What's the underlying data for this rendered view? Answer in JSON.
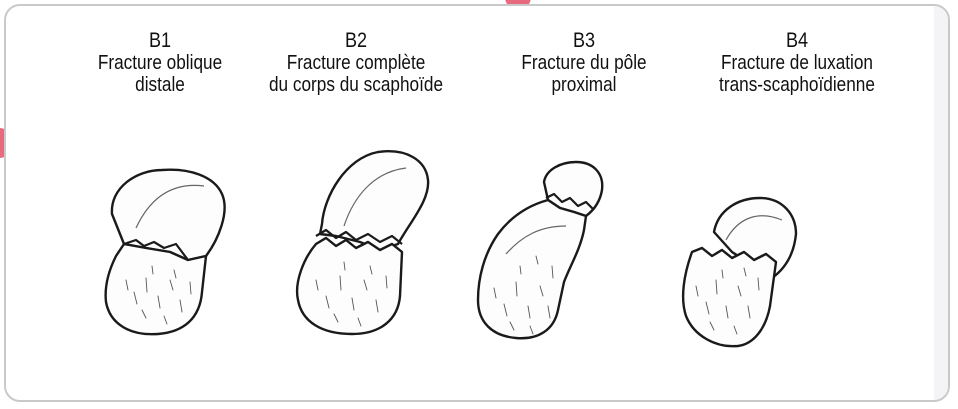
{
  "colors": {
    "accent": "#e86a7e",
    "panel_border": "#c9c9c9",
    "ink": "#111111"
  },
  "fractures": [
    {
      "code": "B1",
      "lines": [
        "Fracture oblique",
        "distale"
      ]
    },
    {
      "code": "B2",
      "lines": [
        "Fracture complète",
        "du corps du scaphoïde"
      ]
    },
    {
      "code": "B3",
      "lines": [
        "Fracture du pôle",
        "proximal"
      ]
    },
    {
      "code": "B4",
      "lines": [
        "Fracture de luxation",
        "trans-scaphoïdienne"
      ]
    }
  ]
}
